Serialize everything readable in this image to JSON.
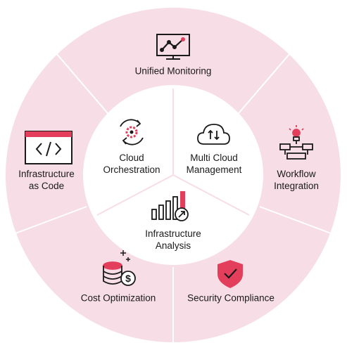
{
  "diagram": {
    "outer_segments": [
      {
        "id": "monitoring",
        "label": "Unified Monitoring",
        "icon": "monitor-chart-icon"
      },
      {
        "id": "workflow",
        "label": "Workflow\nIntegration",
        "icon": "workflow-bulb-icon"
      },
      {
        "id": "security",
        "label": "Security Compliance",
        "icon": "shield-check-icon"
      },
      {
        "id": "cost",
        "label": "Cost Optimization",
        "icon": "database-dollar-icon"
      },
      {
        "id": "iac",
        "label": "Infrastructure\nas Code",
        "icon": "code-window-icon"
      }
    ],
    "inner_segments": [
      {
        "id": "orchestration",
        "label": "Cloud\nOrchestration",
        "icon": "gear-cycle-icon"
      },
      {
        "id": "multicloud",
        "label": "Multi Cloud\nManagement",
        "icon": "cloud-arrows-icon"
      },
      {
        "id": "analysis",
        "label": "Infrastructure\nAnalysis",
        "icon": "bar-chart-arrow-icon"
      }
    ]
  },
  "colors": {
    "outer_ring": "#f7dde6",
    "inner_disc": "#ffffff",
    "divider": "#ffffff",
    "inner_divider": "#f7dde6",
    "accent": "#e33f5c",
    "icon_stroke": "#1a1a1a"
  }
}
